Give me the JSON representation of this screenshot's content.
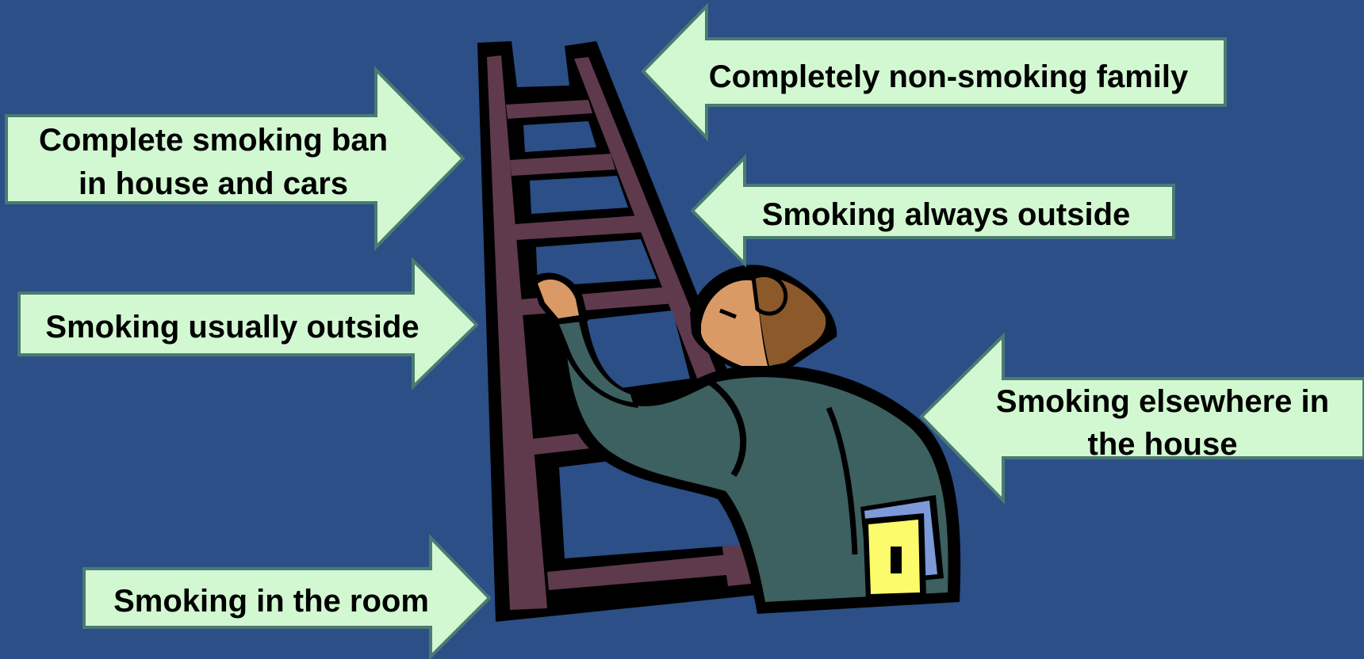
{
  "slide": {
    "background_color": "#2b4f86",
    "arrow_fill_color": "#d2f8d2",
    "arrow_border_color": "#4a7a72"
  },
  "arrows": {
    "non_smoking_family": {
      "line1": "Completely non-smoking family",
      "direction": "left"
    },
    "always_outside": {
      "line1": "Smoking always outside",
      "direction": "left"
    },
    "elsewhere_in_house": {
      "line1": "Smoking elsewhere in",
      "line2": "the house",
      "direction": "left"
    },
    "complete_ban": {
      "line1": "Complete smoking ban",
      "line2": "in house and cars",
      "direction": "right"
    },
    "usually_outside": {
      "line1": "Smoking usually outside",
      "direction": "right"
    },
    "in_room": {
      "line1": "Smoking in the room",
      "direction": "right"
    }
  },
  "illustration": {
    "subject": "person-climbing-ladder-clipart",
    "colors": {
      "ladder": "#5e3a4c",
      "outline": "#000000",
      "shirt": "#3d6060",
      "skin": "#d99a66",
      "hair": "#8c5a2a",
      "pocket_book": "#fbfb6b",
      "book_back": "#7c9ad8"
    }
  }
}
